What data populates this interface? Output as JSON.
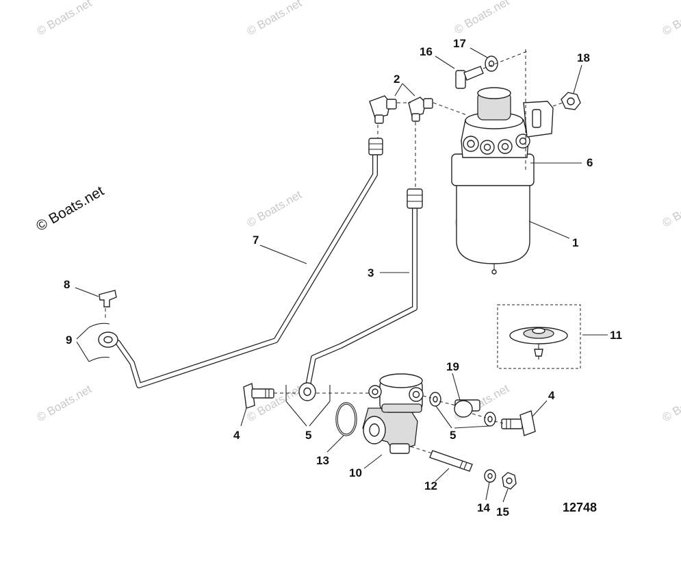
{
  "figure_number": "12748",
  "watermark": "© Boats.net",
  "callouts": {
    "c1": "1",
    "c2": "2",
    "c3": "3",
    "c4a": "4",
    "c4b": "4",
    "c5a": "5",
    "c5b": "5",
    "c6": "6",
    "c7": "7",
    "c8": "8",
    "c9": "9",
    "c10": "10",
    "c11": "11",
    "c12": "12",
    "c13": "13",
    "c14": "14",
    "c15": "15",
    "c16": "16",
    "c17": "17",
    "c18": "18",
    "c19": "19"
  }
}
